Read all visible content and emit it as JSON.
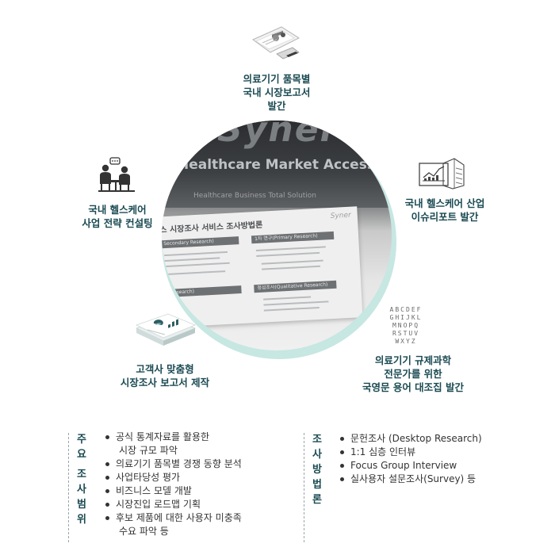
{
  "photo": {
    "brand": "Syner",
    "headline": "Healthcare Market Access",
    "subline": "Healthcare Business Total Solution",
    "sheet_title": "스 시장조사 서비스 조사방법론",
    "box1": "Secondary Research)",
    "box2": "1차 연구(Primary Research)",
    "box3": "e Research)",
    "box4": "정성조사(Qualitative Research)",
    "logo": "Syner"
  },
  "services": {
    "top": {
      "line1": "의료기기 품목별",
      "line2": "국내 시장보고서",
      "line3": "발간"
    },
    "left": {
      "line1": "국내 헬스케어",
      "line2": "사업 전략 컨설팅"
    },
    "right": {
      "line1": "국내 헬스케어 산업",
      "line2": "이슈리포트 발간"
    },
    "bottom_left": {
      "line1": "고객사 맞춤형",
      "line2": "시장조사 보고서 제작"
    },
    "bottom_right": {
      "line1": "의료기기 규제과학",
      "line2": "전문가를 위한",
      "line3": "국영문 용어 대조집 발간"
    }
  },
  "alphabet": [
    "ABCDEF",
    "GHIJKL",
    "MNOPQ",
    "RSTUV",
    "WXYZ"
  ],
  "scope": {
    "title": [
      "주",
      "요",
      "",
      "조",
      "사",
      "범",
      "위"
    ],
    "items": [
      {
        "text": "공식 통계자료를 활용한",
        "sub": "시장 규모 파악"
      },
      {
        "text": "의료기기 품목별 경쟁 동향 분석"
      },
      {
        "text": "사업타당성 평가"
      },
      {
        "text": "비즈니스 모델 개발"
      },
      {
        "text": "시장진입 로드맵 기획"
      },
      {
        "text": "후보 제품에 대한 사용자 미충족",
        "sub": "수요 파악 등"
      }
    ]
  },
  "methods": {
    "title": [
      "조",
      "사",
      "방",
      "법",
      "론"
    ],
    "items": [
      {
        "text": "문헌조사 (Desktop Research)"
      },
      {
        "text": "1:1 심층 인터뷰"
      },
      {
        "text": "Focus Group Interview"
      },
      {
        "text": "실사용자 설문조사(Survey) 등"
      }
    ]
  },
  "colors": {
    "accent": "#1a4a52",
    "ring": "#c6e7e2"
  }
}
